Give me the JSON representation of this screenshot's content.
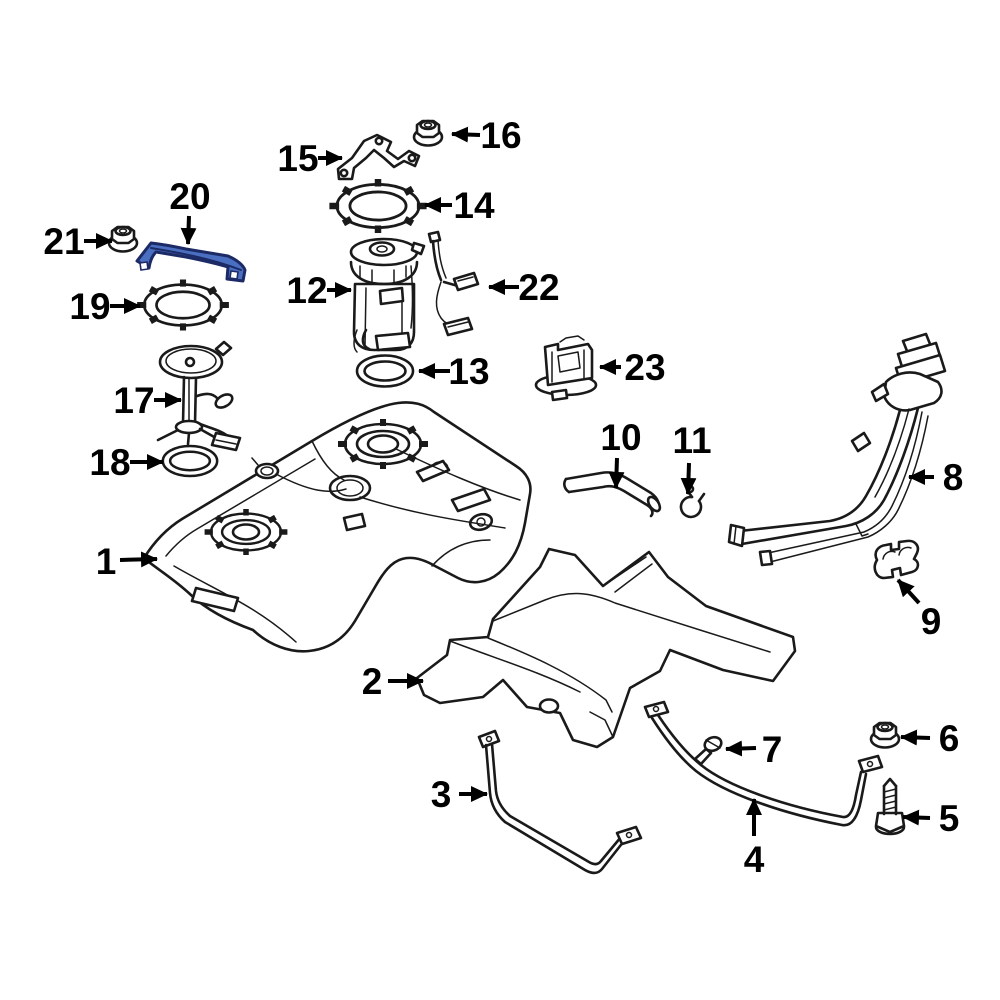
{
  "colors": {
    "background": "#ffffff",
    "line": "#1a1a1a",
    "label": "#000000",
    "highlight_fill": "#4a6fc0",
    "highlight_stroke": "#1c2a66"
  },
  "highlighted_callout": "20",
  "callouts": [
    "1",
    "2",
    "3",
    "4",
    "5",
    "6",
    "7",
    "8",
    "9",
    "10",
    "11",
    "12",
    "13",
    "14",
    "15",
    "16",
    "17",
    "18",
    "19",
    "20",
    "21",
    "22",
    "23"
  ]
}
